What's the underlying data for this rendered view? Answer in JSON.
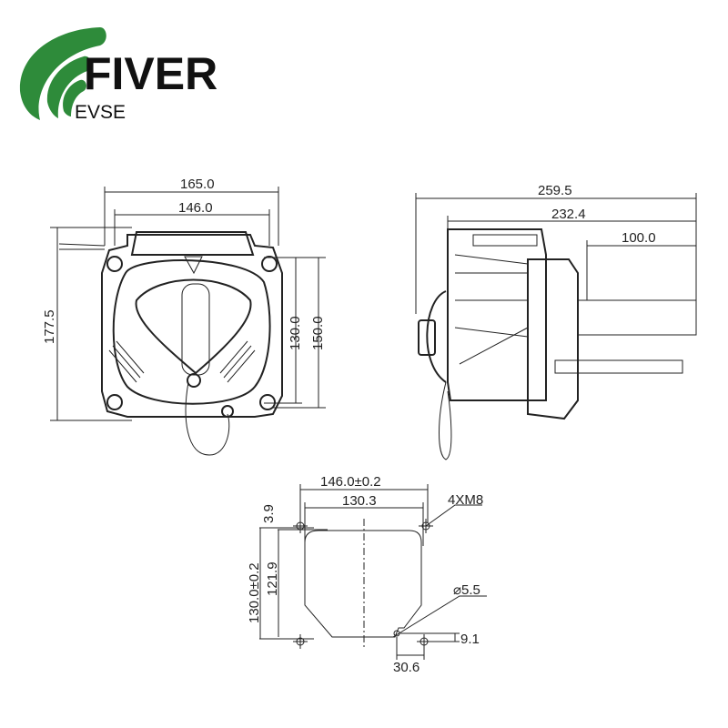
{
  "logo": {
    "brand": "FIVER",
    "sub": "EVSE",
    "color": "#2e8b3a"
  },
  "front_view": {
    "width_outer": "165.0",
    "width_inner": "146.0",
    "height_outer": "177.5",
    "height_holes": "130.0",
    "height_frame": "150.0"
  },
  "side_view": {
    "length_total": "259.5",
    "length_body": "232.4",
    "length_cable": "100.0"
  },
  "mounting": {
    "hole_spacing_x": "146.0±0.2",
    "cutout_width": "130.3",
    "offset_top": "3.9",
    "hole_spacing_y": "130.0±0.2",
    "cutout_height": "121.9",
    "thread_label": "4XM8",
    "drain_diameter": "⌀5.5",
    "drain_offset_y": "9.1",
    "drain_offset_x": "30.6"
  }
}
